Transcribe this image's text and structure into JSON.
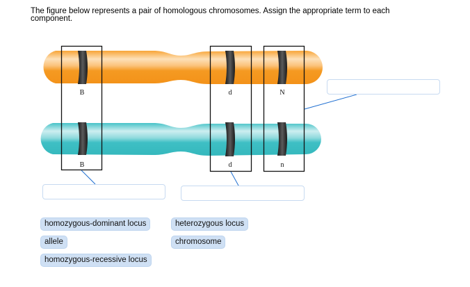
{
  "prompt": "The figure below represents a pair of homologous chromosomes. Assign the appropriate term to each component.",
  "colors": {
    "chromosome_top": "#f5961e",
    "chromosome_bottom": "#3cbfc4",
    "band": "#222222",
    "leader_line": "#1f6fd1",
    "dropzone_border": "#c7daf1",
    "chip_bg": "#cfe0f4"
  },
  "figure": {
    "top_chromosome_alleles": [
      "B",
      "d",
      "N"
    ],
    "bottom_chromosome_alleles": [
      "B",
      "d",
      "n"
    ]
  },
  "dropzones": [
    {
      "id": "locus-B-target",
      "value": ""
    },
    {
      "id": "locus-d-target",
      "value": ""
    },
    {
      "id": "locus-N-target",
      "value": ""
    }
  ],
  "terms": [
    "homozygous-dominant locus",
    "heterozygous locus",
    "allele",
    "chromosome",
    "homozygous-recessive locus"
  ]
}
